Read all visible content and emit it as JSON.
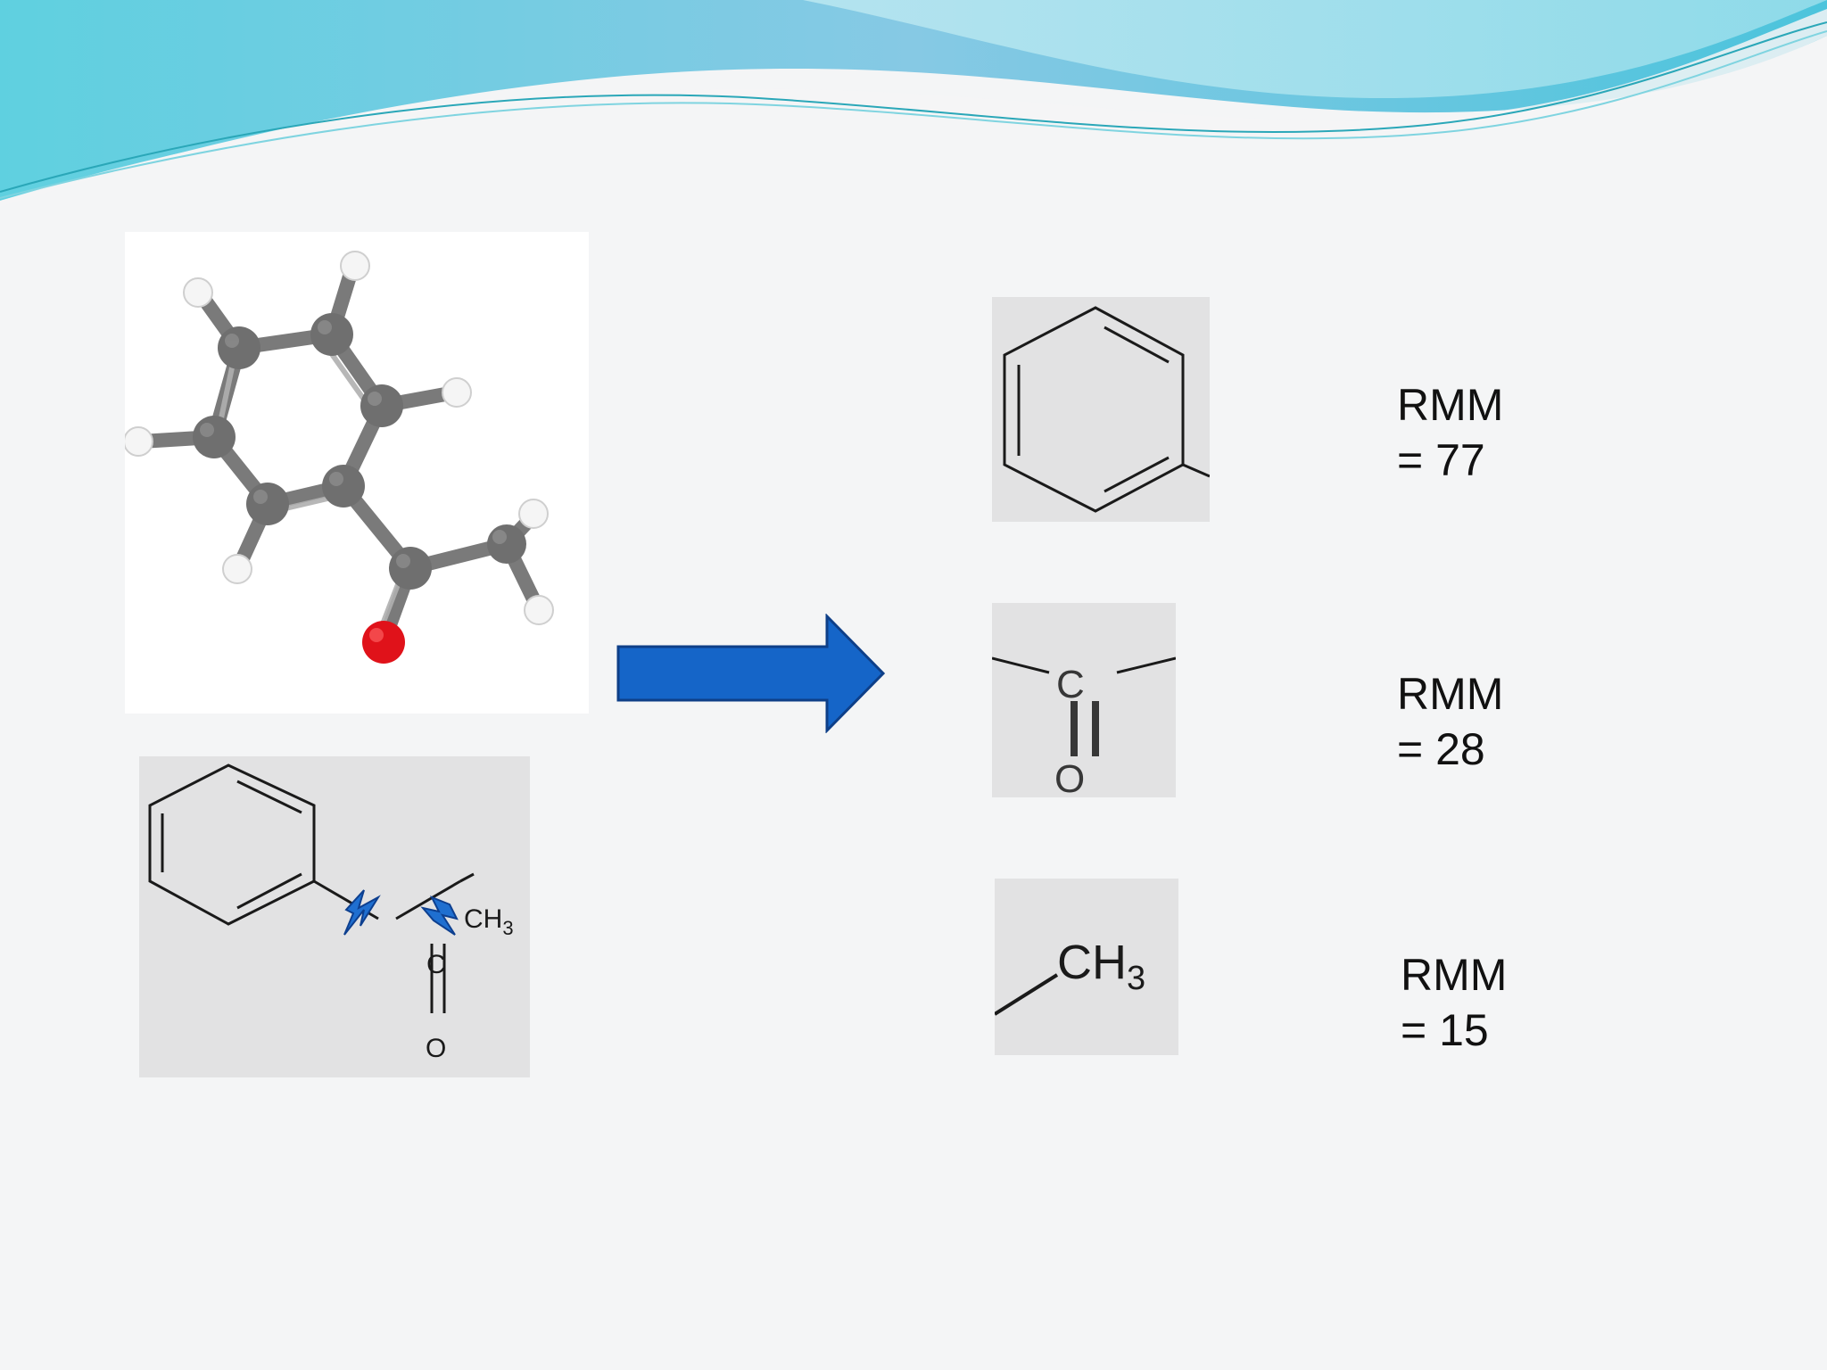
{
  "slide": {
    "accent_color": "#1565c8",
    "oxygen_color": "#e0121a",
    "carbon_color": "#6f6f6f",
    "hydrogen_color": "#f3f3f3"
  },
  "full_structure": {
    "methyl_label": "CH",
    "methyl_subscript": "3",
    "carbon_label": "C",
    "oxygen_label": "O",
    "bond_break_icon": "lightning-bolt-icon"
  },
  "arrow": {
    "icon": "right-arrow-icon"
  },
  "fragments": [
    {
      "id": "phenyl",
      "rmm_label": "RMM",
      "rmm_value": "= 77"
    },
    {
      "id": "carbonyl",
      "carbon_label": "C",
      "oxygen_label": "O",
      "rmm_label": "RMM",
      "rmm_value": "= 28"
    },
    {
      "id": "methyl",
      "group_label": "CH",
      "group_subscript": "3",
      "rmm_label": "RMM",
      "rmm_value": "= 15"
    }
  ]
}
